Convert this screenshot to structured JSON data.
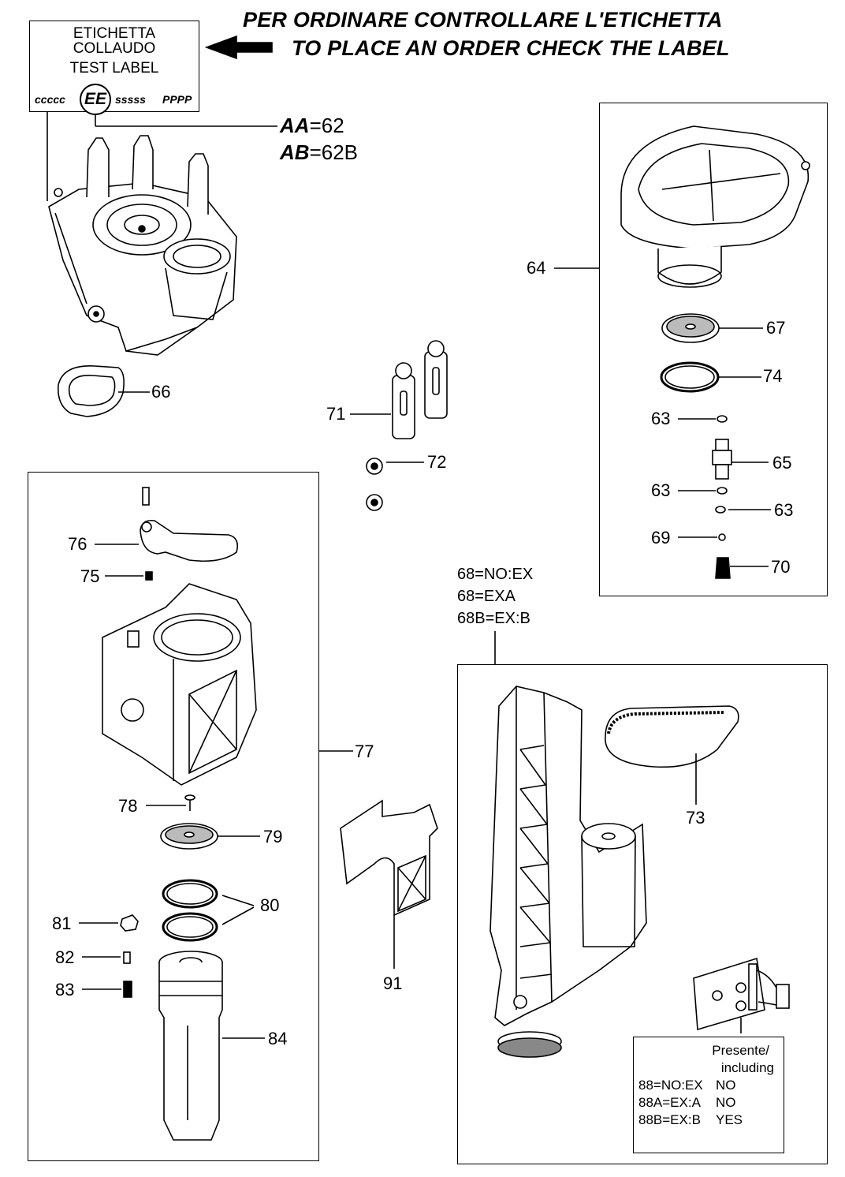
{
  "header": {
    "line1": "PER ORDINARE CONTROLLARE L'ETICHETTA",
    "line2": "TO PLACE AN ORDER CHECK THE LABEL"
  },
  "test_label": {
    "line1": "ETICHETTA",
    "line2": "COLLAUDO",
    "line3": "TEST LABEL",
    "code_left": "ccccc",
    "code_mid": "EE",
    "code_right1": "sssss",
    "code_right2": "PPPP"
  },
  "variant_codes": {
    "aa_key": "AA",
    "aa_val": "=62",
    "ab_key": "AB",
    "ab_val": "=62B"
  },
  "group_68": {
    "line1": "68=NO:EX",
    "line2": "68=EXA",
    "line3": "68B=EX:B"
  },
  "part_labels": {
    "p64": "64",
    "p66": "66",
    "p67": "67",
    "p74": "74",
    "p63a": "63",
    "p65": "65",
    "p63b": "63",
    "p63c": "63",
    "p69": "69",
    "p70": "70",
    "p71": "71",
    "p72": "72",
    "p76": "76",
    "p75": "75",
    "p77": "77",
    "p78": "78",
    "p79": "79",
    "p80": "80",
    "p81": "81",
    "p82": "82",
    "p83": "83",
    "p84": "84",
    "p91": "91",
    "p73": "73"
  },
  "presence_table": {
    "header1": "Presente/",
    "header2": "including",
    "rows": [
      {
        "code": "88=NO:EX",
        "value": "NO"
      },
      {
        "code": "88A=EX:A",
        "value": "NO"
      },
      {
        "code": "88B=EX:B",
        "value": "YES"
      }
    ]
  }
}
